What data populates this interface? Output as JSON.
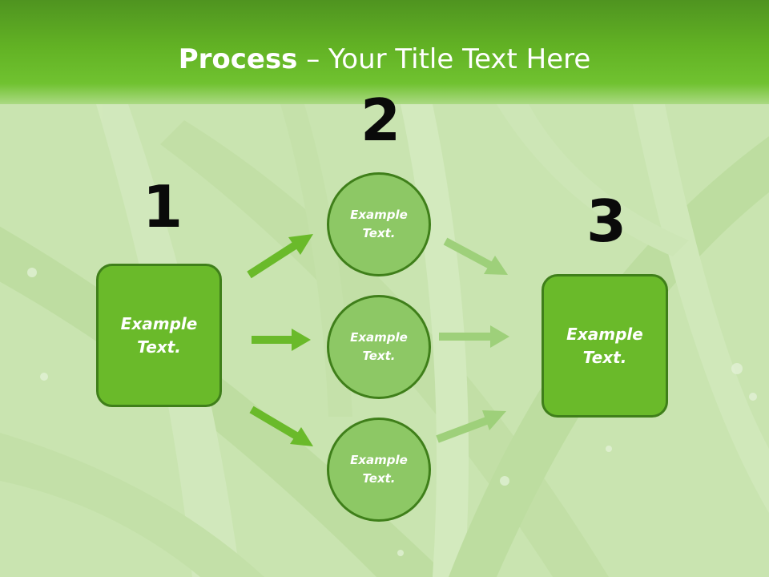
{
  "title": {
    "bold": "Process",
    "rest": " – Your Title Text Here"
  },
  "steps": [
    {
      "number": "1",
      "text_line1": "Example",
      "text_line2": "Text."
    },
    {
      "number": "2"
    },
    {
      "number": "3",
      "text_line1": "Example",
      "text_line2": "Text."
    }
  ],
  "circles": [
    {
      "text_line1": "Example",
      "text_line2": "Text."
    },
    {
      "text_line1": "Example",
      "text_line2": "Text."
    },
    {
      "text_line1": "Example",
      "text_line2": "Text."
    }
  ],
  "colors": {
    "header": "#62b224",
    "box_fill": "#6aba2a",
    "circle_fill": "#8dc865",
    "outline": "#3f7f1a",
    "arrow_left": "#6aba2a",
    "arrow_right": "#9ed07a"
  }
}
